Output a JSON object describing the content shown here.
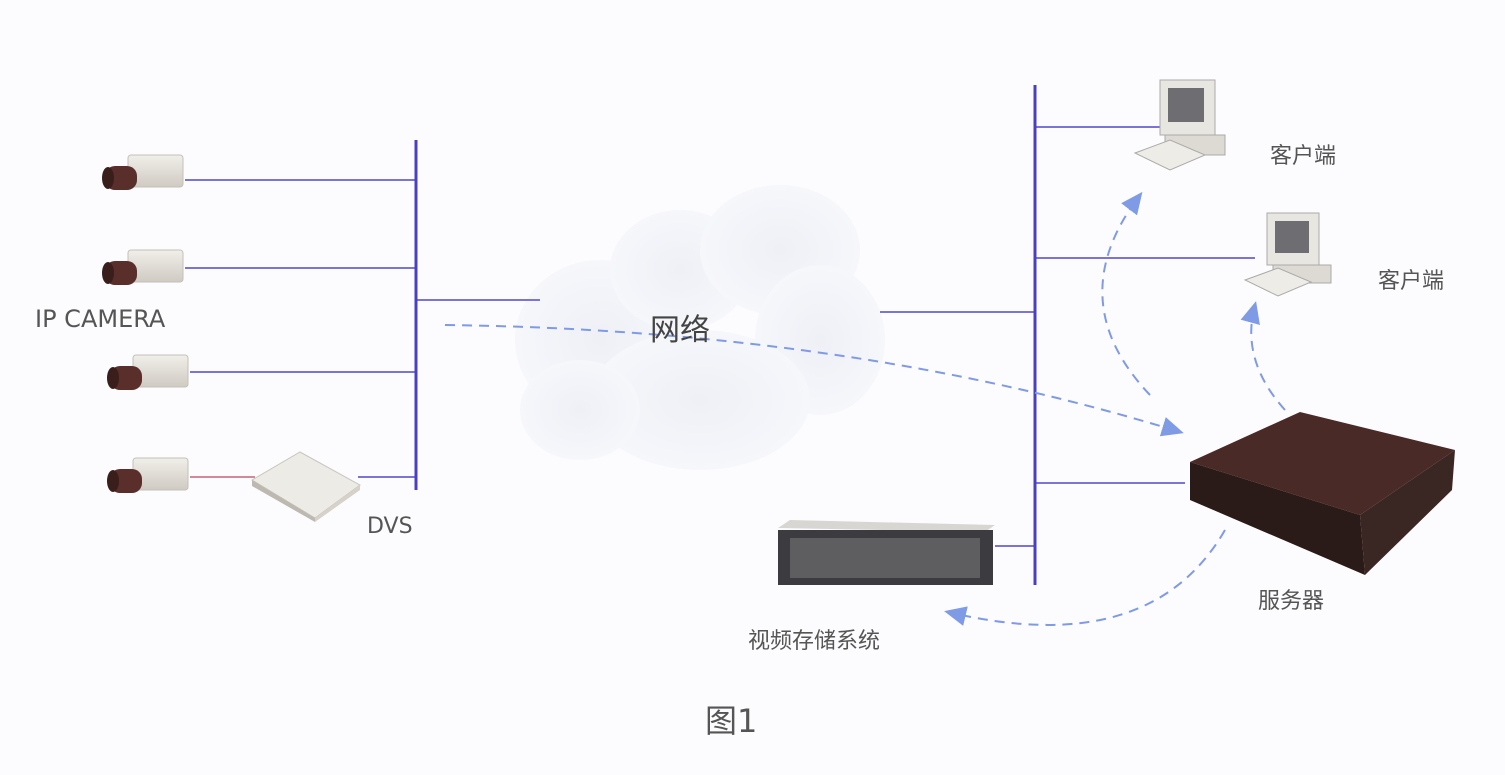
{
  "labels": {
    "ip_camera": "IP CAMERA",
    "dvs": "DVS",
    "network": "网络",
    "client_1": "客户端",
    "client_2": "客户端",
    "server": "服务器",
    "storage": "视频存储系统",
    "figure_caption": "图1"
  },
  "colors": {
    "link": "#7b74d8",
    "bus": "#4a3fc0",
    "dvs_link": "#d08a9a",
    "dashed_arrow": "#7f9be6"
  }
}
